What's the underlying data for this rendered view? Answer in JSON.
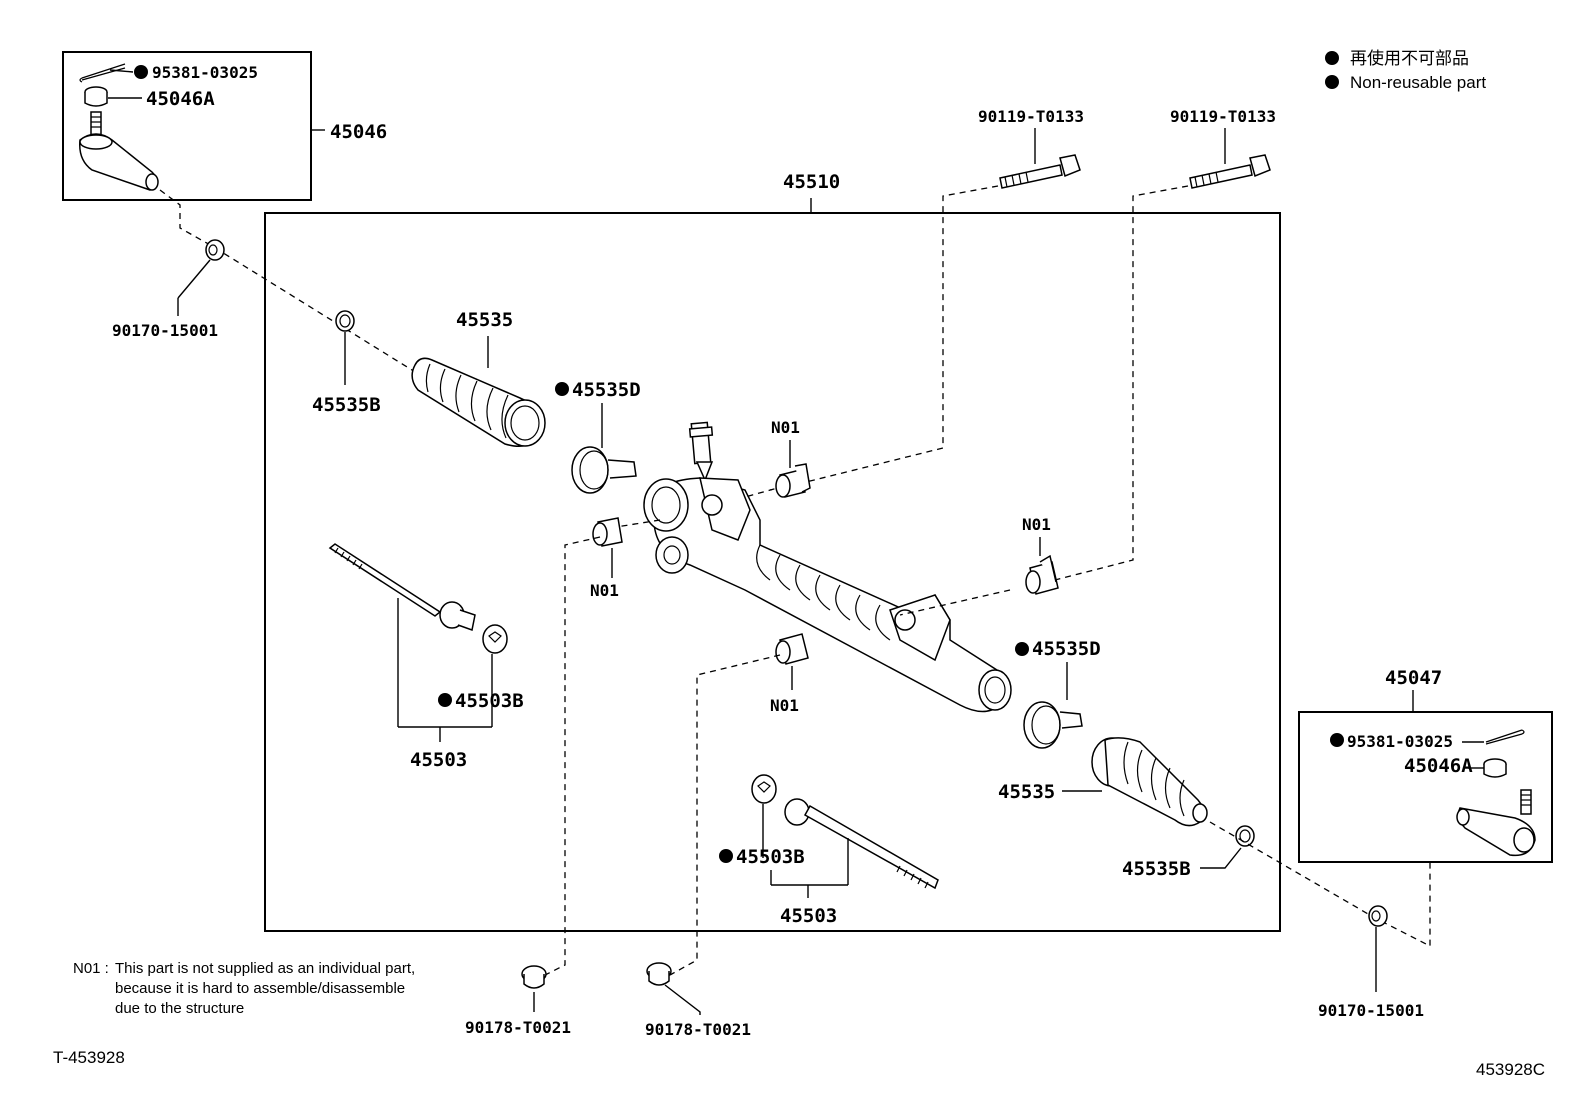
{
  "legend": {
    "line1": "再使用不可部品",
    "line2": "Non-reusable part"
  },
  "labels": {
    "l45046": "45046",
    "l95381_left": "95381-03025",
    "l45046A_left": "45046A",
    "l90170_left": "90170-15001",
    "l45535B_left": "45535B",
    "l45535_left": "45535",
    "l45535D_left": "45535D",
    "l45510": "45510",
    "l90119_a": "90119-T0133",
    "l90119_b": "90119-T0133",
    "lN01_a": "N01",
    "lN01_b": "N01",
    "lN01_c": "N01",
    "lN01_d": "N01",
    "l45503B_left": "45503B",
    "l45503_left": "45503",
    "l45535D_right": "45535D",
    "l45535_right": "45535",
    "l45535B_right": "45535B",
    "l45503B_right": "45503B",
    "l45503_right": "45503",
    "l45047": "45047",
    "l95381_right": "95381-03025",
    "l45046A_right": "45046A",
    "l90178_a": "90178-T0021",
    "l90178_b": "90178-T0021",
    "l90170_right": "90170-15001"
  },
  "note": {
    "key": "N01 :",
    "line1": "This part is not supplied as an individual part,",
    "line2": "because it is hard to assemble/disassemble",
    "line3": "due to the structure"
  },
  "footer": {
    "left_code": "T-453928",
    "right_code": "453928C"
  }
}
